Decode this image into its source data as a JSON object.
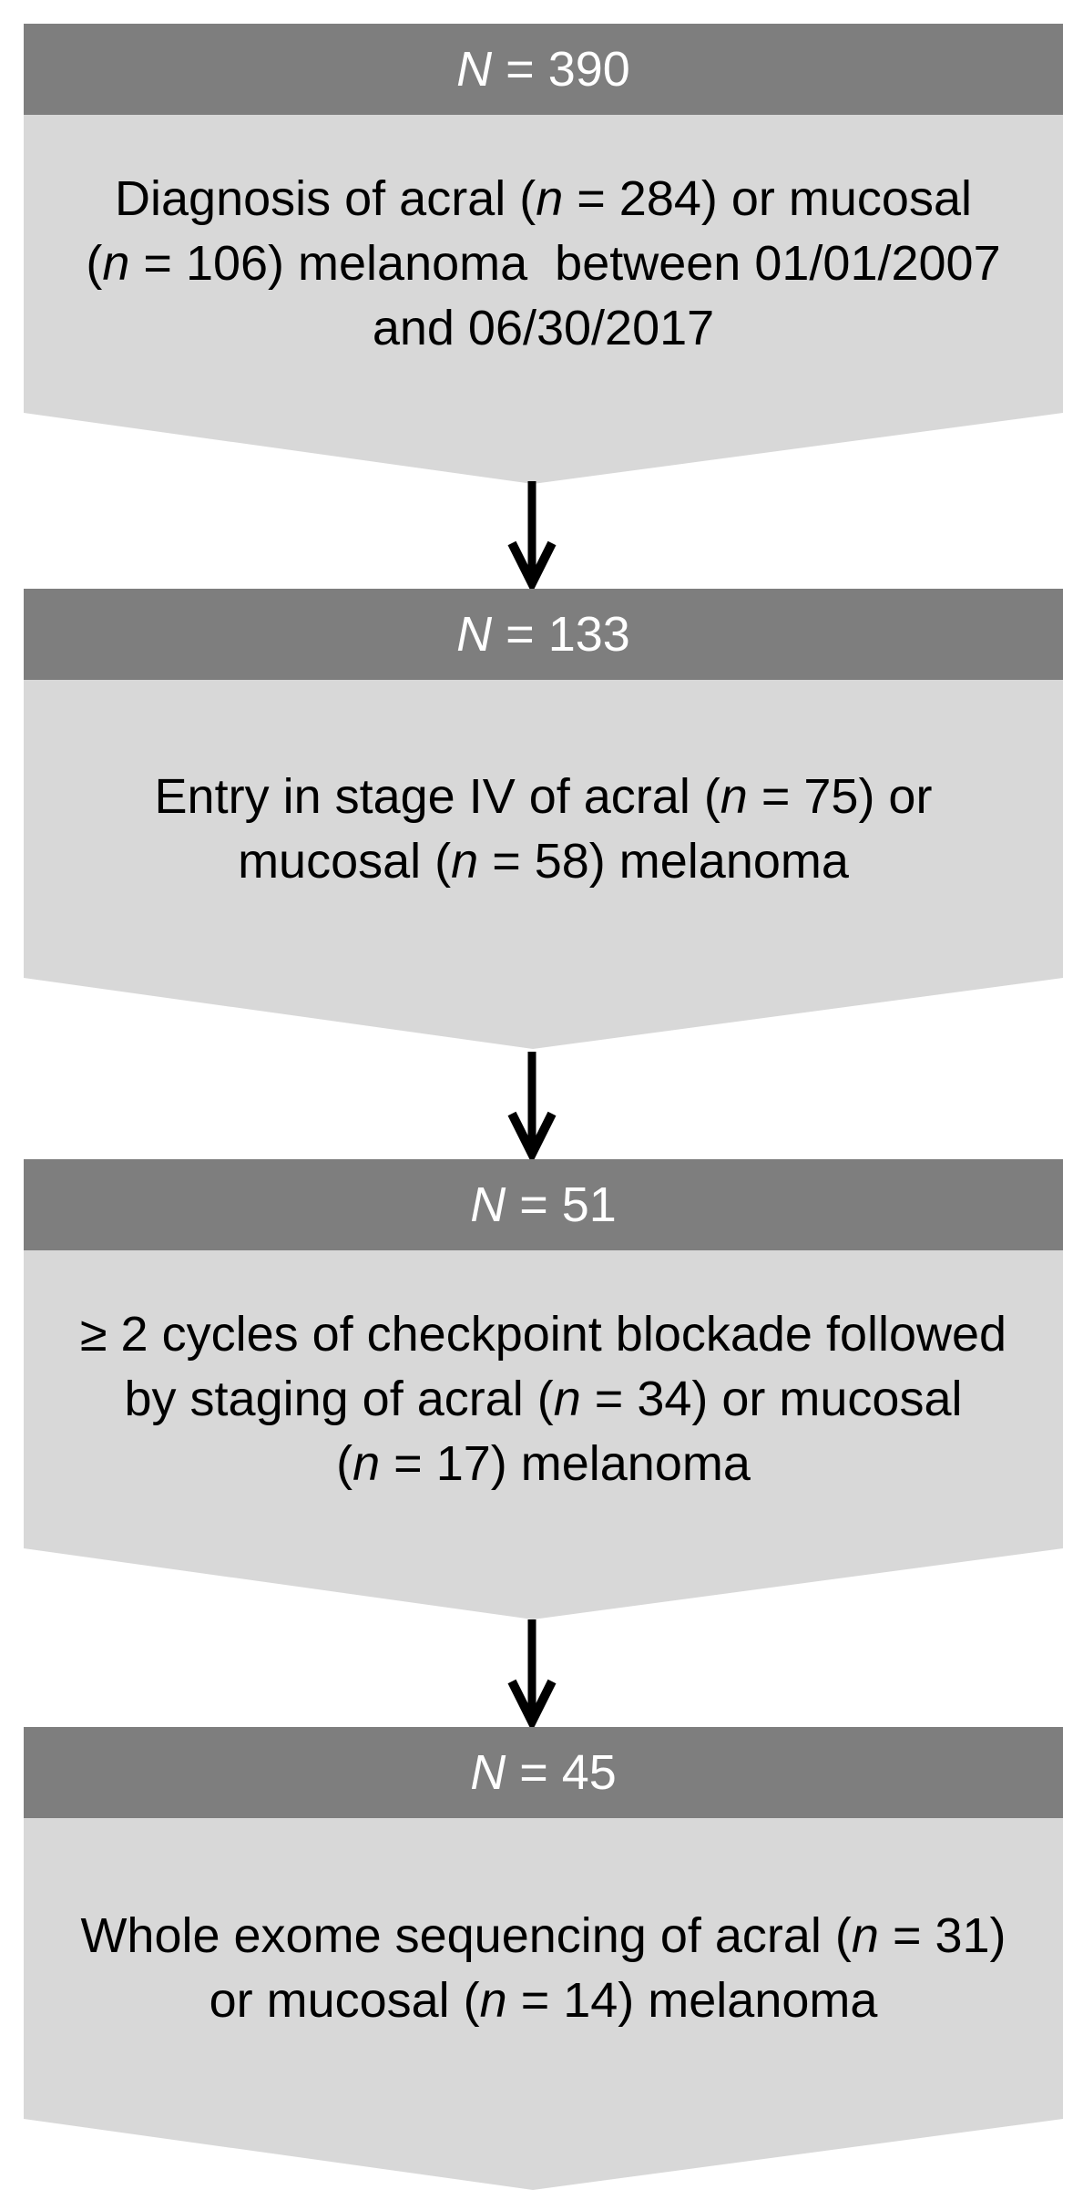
{
  "figure": {
    "type": "patient-selection-flowchart",
    "colors": {
      "background": "#ffffff",
      "header_bg": "#7e7e7e",
      "header_text": "#ffffff",
      "body_bg": "#d8d8d8",
      "body_text": "#000000",
      "arrow": "#000000"
    },
    "blocks": [
      {
        "id": "diagnosis",
        "count_label": "N = 390",
        "header_segments": [
          {
            "text": "N",
            "italic": true
          },
          {
            "text": " = 390",
            "italic": false
          }
        ],
        "body_text": "Diagnosis of acral (n = 284) or mucosal (n = 106) melanoma between 01/01/2007 and 06/30/2017",
        "body_lines": [
          [
            {
              "text": "Diagnosis of acral (",
              "italic": false
            },
            {
              "text": "n",
              "italic": true
            },
            {
              "text": " = 284) or mucosal",
              "italic": false
            }
          ],
          [
            {
              "text": "(",
              "italic": false
            },
            {
              "text": "n",
              "italic": true
            },
            {
              "text": " = 106) melanoma  between 01/01/2007",
              "italic": false
            }
          ],
          [
            {
              "text": "and 06/30/2017",
              "italic": false
            }
          ]
        ]
      },
      {
        "id": "stage-iv-entry",
        "count_label": "N = 133",
        "header_segments": [
          {
            "text": "N",
            "italic": true
          },
          {
            "text": " = 133",
            "italic": false
          }
        ],
        "body_text": "Entry in stage IV of acral (n = 75) or mucosal (n = 58) melanoma",
        "body_lines": [
          [
            {
              "text": "Entry in stage IV of acral (",
              "italic": false
            },
            {
              "text": "n",
              "italic": true
            },
            {
              "text": " = 75) or",
              "italic": false
            }
          ],
          [
            {
              "text": "mucosal (",
              "italic": false
            },
            {
              "text": "n",
              "italic": true
            },
            {
              "text": " = 58) melanoma",
              "italic": false
            }
          ]
        ]
      },
      {
        "id": "checkpoint-blockade",
        "count_label": "N = 51",
        "header_segments": [
          {
            "text": "N",
            "italic": true
          },
          {
            "text": " = 51",
            "italic": false
          }
        ],
        "body_text": "≥ 2 cycles of checkpoint blockade followed by staging of acral (n = 34) or mucosal (n = 17) melanoma",
        "body_lines": [
          [
            {
              "text": "≥ 2 cycles of checkpoint blockade followed",
              "italic": false
            }
          ],
          [
            {
              "text": "by staging of acral (",
              "italic": false
            },
            {
              "text": "n",
              "italic": true
            },
            {
              "text": " = 34) or mucosal",
              "italic": false
            }
          ],
          [
            {
              "text": "(",
              "italic": false
            },
            {
              "text": "n",
              "italic": true
            },
            {
              "text": " = 17) melanoma",
              "italic": false
            }
          ]
        ]
      },
      {
        "id": "whole-exome-sequencing",
        "count_label": "N = 45",
        "header_segments": [
          {
            "text": "N",
            "italic": true
          },
          {
            "text": " = 45",
            "italic": false
          }
        ],
        "body_text": "Whole exome sequencing of acral (n = 31) or mucosal (n = 14) melanoma",
        "body_lines": [
          [
            {
              "text": "Whole exome sequencing of acral (",
              "italic": false
            },
            {
              "text": "n",
              "italic": true
            },
            {
              "text": " = 31)",
              "italic": false
            }
          ],
          [
            {
              "text": "or mucosal (",
              "italic": false
            },
            {
              "text": "n",
              "italic": true
            },
            {
              "text": " = 14) melanoma",
              "italic": false
            }
          ]
        ]
      }
    ]
  }
}
